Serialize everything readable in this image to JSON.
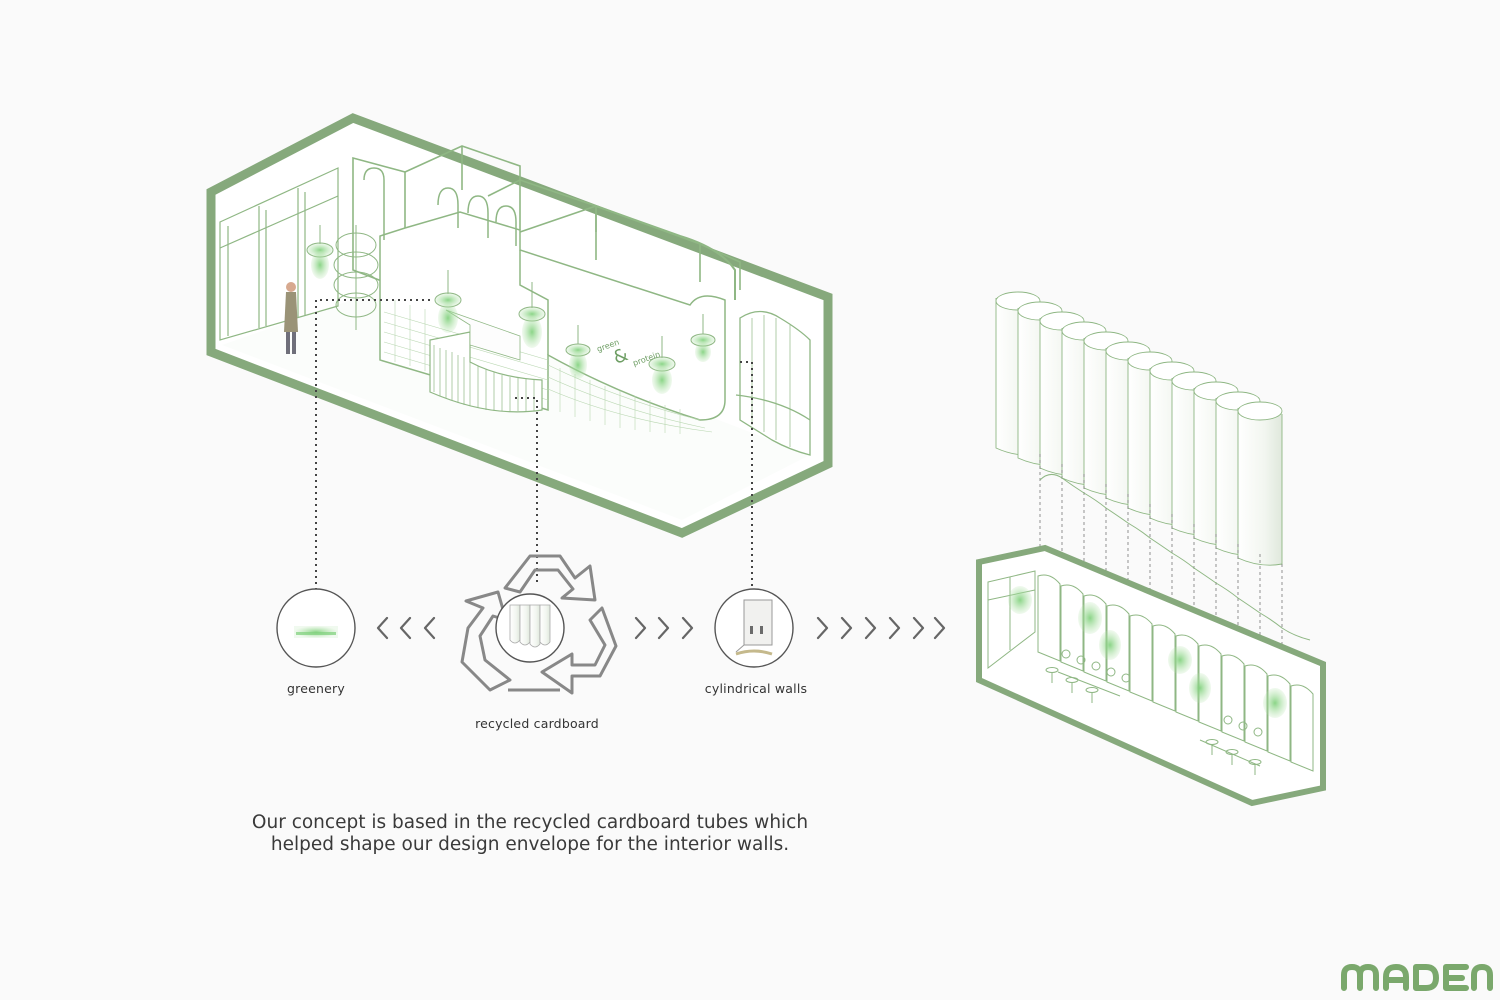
{
  "labels": {
    "greenery": "greenery",
    "recycled": "recycled cardboard",
    "cylindrical": "cylindrical walls"
  },
  "concept": {
    "line1": "Our concept is based in the recycled cardboard tubes which",
    "line2": "helped shape our design envelope for the interior walls."
  },
  "sign_text": {
    "line1": "green",
    "line2": "protein"
  },
  "logo": "MADEN",
  "colors": {
    "frame": "#86a97c",
    "line": "#8fb784",
    "plant": "#7ed07a",
    "grey": "#9a9a9a",
    "background": "#fafafa"
  }
}
